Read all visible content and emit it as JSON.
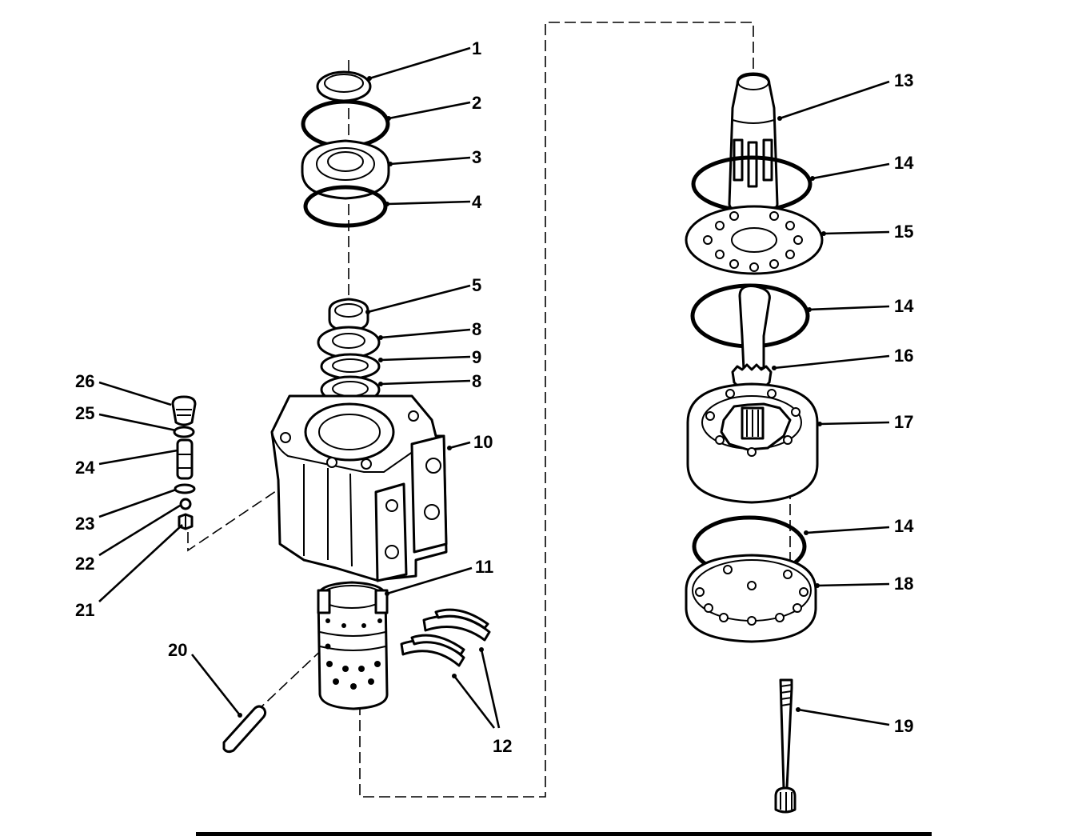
{
  "diagram": {
    "labels": {
      "p1": "1",
      "p2": "2",
      "p3": "3",
      "p4": "4",
      "p5": "5",
      "p8a": "8",
      "p9": "9",
      "p8b": "8",
      "p10": "10",
      "p11": "11",
      "p12": "12",
      "p13": "13",
      "p14a": "14",
      "p15": "15",
      "p14b": "14",
      "p16": "16",
      "p17": "17",
      "p14c": "14",
      "p18": "18",
      "p19": "19",
      "p20": "20",
      "p21": "21",
      "p22": "22",
      "p23": "23",
      "p24": "24",
      "p25": "25",
      "p26": "26"
    }
  }
}
